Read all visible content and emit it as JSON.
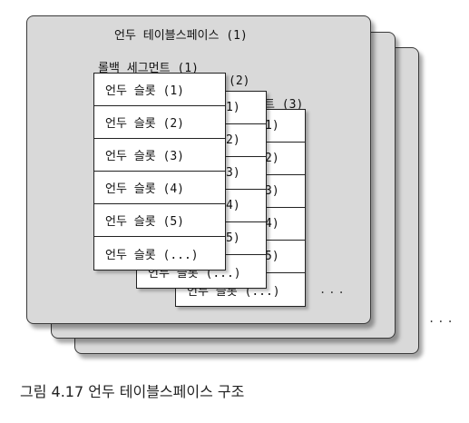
{
  "tablespace": {
    "title": "언두 테이블스페이스 (1)"
  },
  "segments": [
    {
      "title": "롤백 세그먼트 (1)"
    },
    {
      "title": "(2)"
    },
    {
      "title": "트 (3)"
    }
  ],
  "slots_front": [
    "언두 슬롯 (1)",
    "언두 슬롯 (2)",
    "언두 슬롯 (3)",
    "언두 슬롯 (4)",
    "언두 슬롯 (5)",
    "언두 슬롯 (...)"
  ],
  "slots_mid": [
    "1)",
    "2)",
    "3)",
    "4)",
    "5)",
    "언두 슬롯 (...)"
  ],
  "slots_back": [
    "1)",
    "2)",
    "3)",
    "4)",
    "5)",
    "언두 슬롯 (...)"
  ],
  "ellipsis_inner": "...",
  "ellipsis_outer": "...",
  "caption": "그림 4.17 언두 테이블스페이스 구조"
}
